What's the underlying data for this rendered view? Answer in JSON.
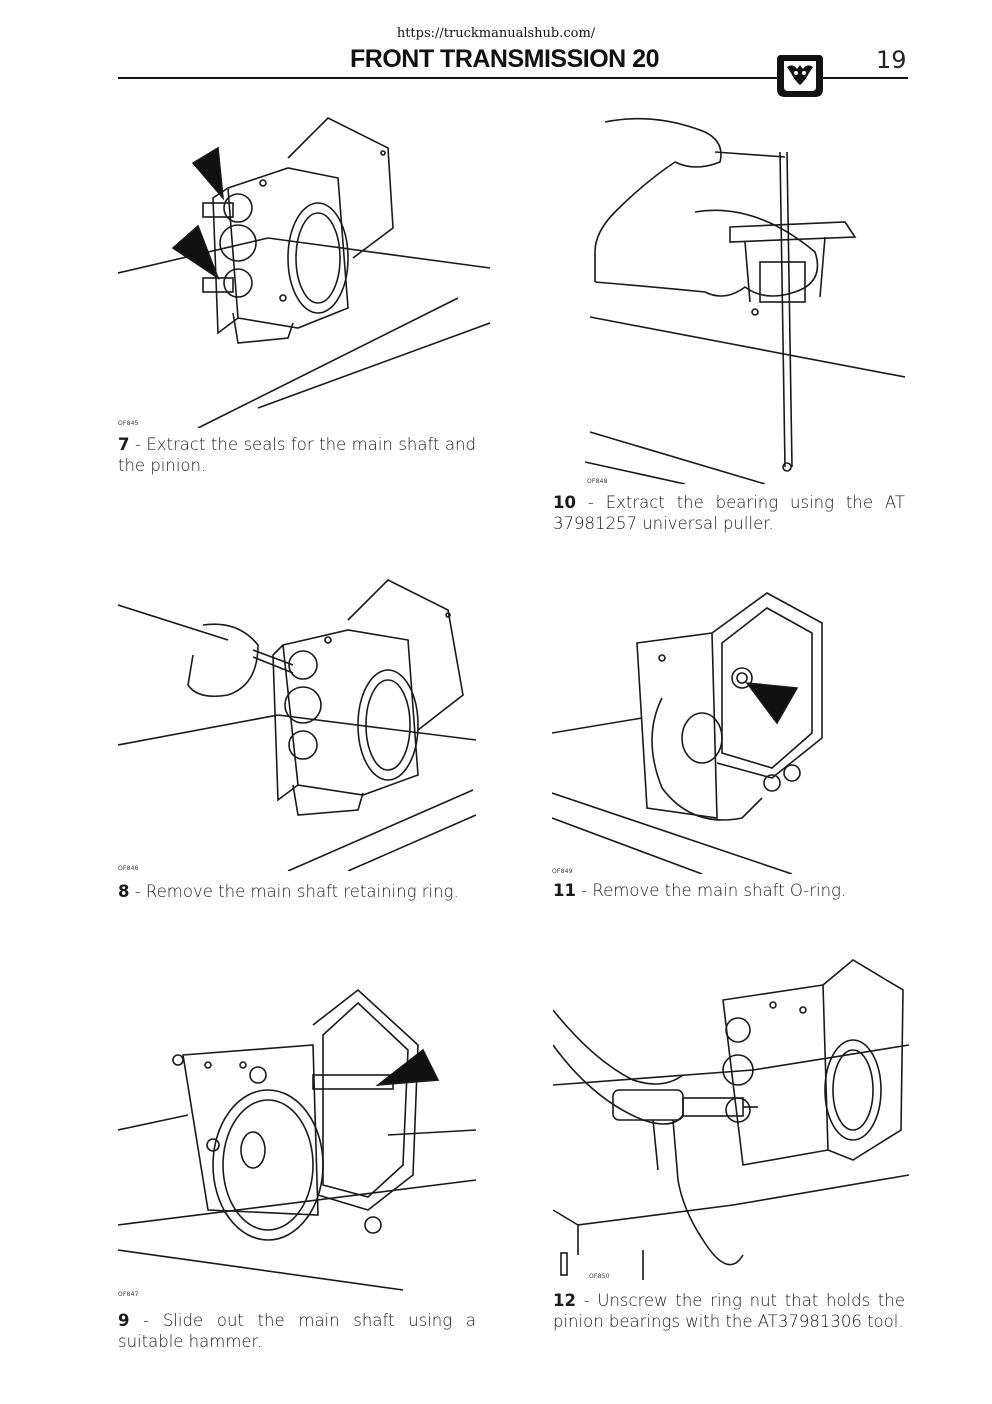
{
  "header": {
    "url": "https://truckmanualshub.com/",
    "title": "FRONT TRANSMISSION 20",
    "page_number": "19",
    "logo_icon": "bull-emblem-icon"
  },
  "steps": [
    {
      "number": "7",
      "text": "- Extract the seals for the main shaft and the pinion.",
      "figure_code": "OF845"
    },
    {
      "number": "10",
      "text": "- Extract the bearing using the AT 37981257 universal puller.",
      "figure_code": "OF848"
    },
    {
      "number": "8",
      "text": "- Remove the main shaft retaining ring.",
      "figure_code": "OF846"
    },
    {
      "number": "11",
      "text": "- Remove the main shaft O-ring.",
      "figure_code": "OF849"
    },
    {
      "number": "9",
      "text": "- Slide out the main shaft using a suitable hammer.",
      "figure_code": "OF847"
    },
    {
      "number": "12",
      "text": "- Unscrew the ring nut that holds the pinion bearings with the AT37981306 tool.",
      "figure_code": "OF850"
    }
  ],
  "colors": {
    "ink": "#1a1a1a",
    "paper": "#ffffff"
  }
}
